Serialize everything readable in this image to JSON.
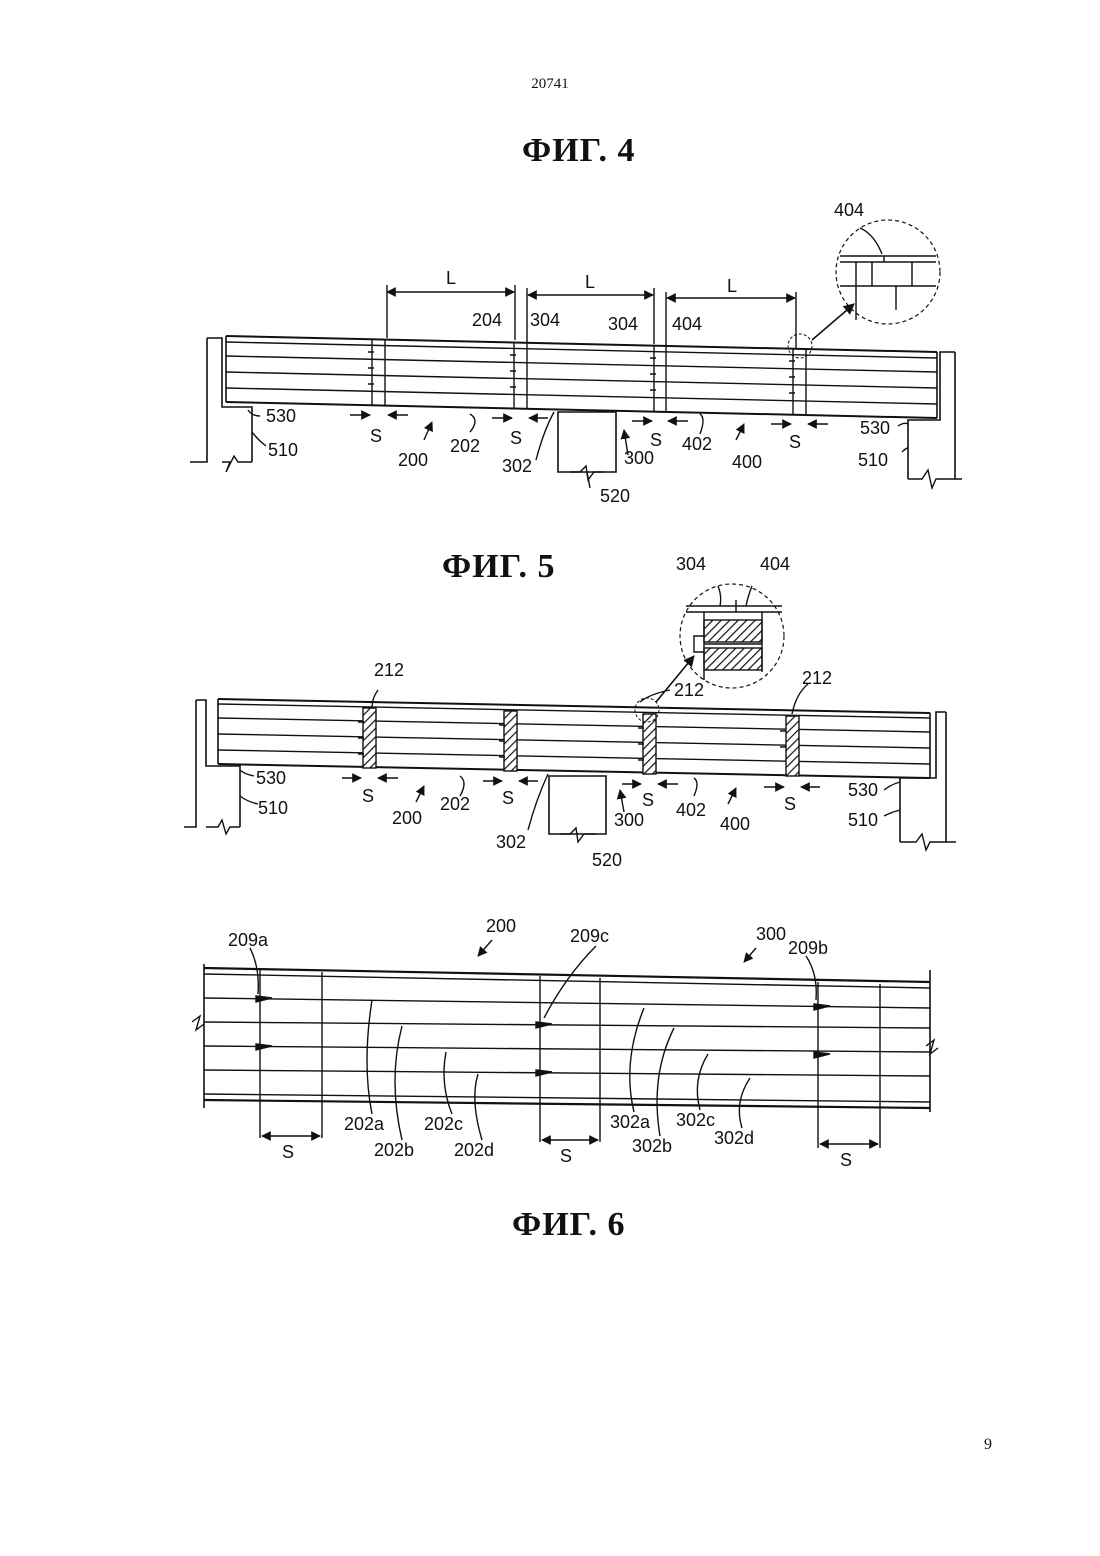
{
  "header": {
    "patent_number": "20741"
  },
  "figures": {
    "fig4": {
      "title": "ФИГ. 4",
      "labels": {
        "L": "L",
        "S": "S",
        "n200": "200",
        "n202": "202",
        "n204": "204",
        "n300": "300",
        "n302": "302",
        "n304": "304",
        "n400": "400",
        "n402": "402",
        "n404": "404",
        "n510": "510",
        "n520": "520",
        "n530": "530"
      }
    },
    "fig5": {
      "title": "ФИГ. 5",
      "labels": {
        "S": "S",
        "n200": "200",
        "n202": "202",
        "n212": "212",
        "n300": "300",
        "n302": "302",
        "n304": "304",
        "n400": "400",
        "n402": "402",
        "n404": "404",
        "n510": "510",
        "n520": "520",
        "n530": "530"
      }
    },
    "fig6": {
      "title": "ФИГ. 6",
      "labels": {
        "S": "S",
        "n200": "200",
        "n300": "300",
        "n209a": "209a",
        "n209b": "209b",
        "n209c": "209c",
        "n202a": "202a",
        "n202b": "202b",
        "n202c": "202c",
        "n202d": "202d",
        "n302a": "302a",
        "n302b": "302b",
        "n302c": "302c",
        "n302d": "302d"
      }
    }
  },
  "footer": {
    "page_number": "9"
  }
}
